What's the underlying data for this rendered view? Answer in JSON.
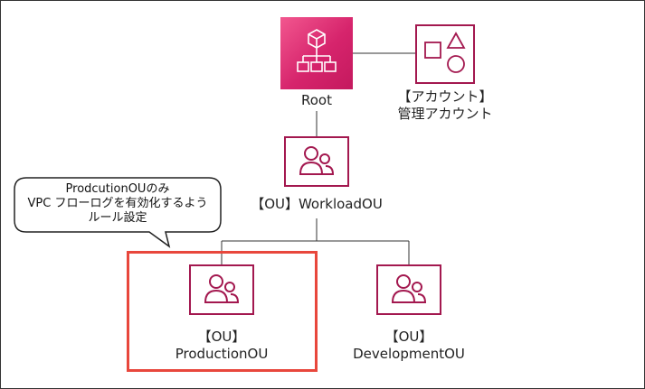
{
  "diagram": {
    "nodes": {
      "root": {
        "label": "Root",
        "icon": "organization-tree-icon"
      },
      "management_account": {
        "label_line1": "【アカウント】",
        "label_line2": "管理アカウント",
        "icon": "shapes-icon"
      },
      "workload_ou": {
        "label": "【OU】WorkloadOU",
        "icon": "users-icon"
      },
      "production_ou": {
        "label_line1": "【OU】",
        "label_line2": "ProductionOU",
        "icon": "users-icon"
      },
      "development_ou": {
        "label_line1": "【OU】",
        "label_line2": "DevelopmentOU",
        "icon": "users-icon"
      }
    },
    "callout": {
      "line1": "ProdcutionOUのみ",
      "line2": "VPC フローログを有効化するよう",
      "line3": "ルール設定"
    },
    "colors": {
      "accent": "#d6246c",
      "outline": "#a3184f",
      "highlight": "#e8473c",
      "connector": "#333333"
    }
  }
}
